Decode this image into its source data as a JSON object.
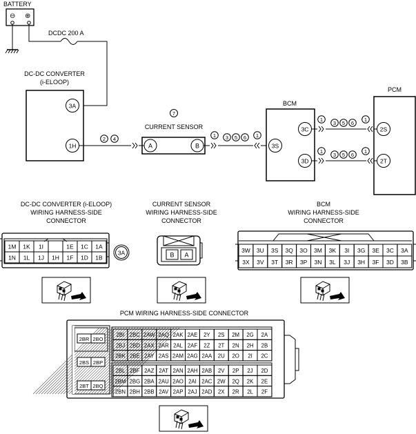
{
  "top": {
    "battery": "BATTERY",
    "battery_minus": "⊖",
    "battery_plus": "⊕",
    "fuse": "DCDC 200 A",
    "dcdc_title_1": "DC-DC CONVERTER",
    "dcdc_title_2": "(i-ELOOP)",
    "dcdc_pin_3a": "3A",
    "dcdc_pin_1h": "1H",
    "current_sensor": "CURRENT SENSOR",
    "sensor_mark": "7",
    "sensor_pin_a": "A",
    "sensor_pin_b": "B",
    "bcm": "BCM",
    "bcm_pin_3s": "3S",
    "bcm_pin_3c": "3C",
    "bcm_pin_3d": "3D",
    "pcm": "PCM",
    "pcm_pin_2s": "2S",
    "pcm_pin_2t": "2T",
    "notes": {
      "one": "1",
      "two": "2",
      "three": "3",
      "four": "4",
      "five": "5",
      "six": "6"
    }
  },
  "connectors": {
    "dcdc": {
      "title_1": "DC-DC CONVERTER (i-ELOOP)",
      "title_2": "WIRING HARNESS-SIDE",
      "title_3": "CONNECTOR",
      "row1": [
        "1M",
        "1K",
        "1I",
        "",
        "1E",
        "1C",
        "1A"
      ],
      "row2": [
        "1N",
        "1L",
        "1J",
        "1H",
        "1F",
        "1D",
        "1B"
      ],
      "single": "3A"
    },
    "sensor": {
      "title_1": "CURRENT SENSOR",
      "title_2": "WIRING HARNESS-SIDE",
      "title_3": "CONNECTOR",
      "pins": [
        "B",
        "A"
      ]
    },
    "bcm": {
      "title_1": "BCM",
      "title_2": "WIRING HARNESS-SIDE",
      "title_3": "CONNECTOR",
      "row1": [
        "3W",
        "3U",
        "3S",
        "3Q",
        "3O",
        "3M",
        "3K",
        "3I",
        "3G",
        "3E",
        "3C",
        "3A"
      ],
      "row2": [
        "3X",
        "3V",
        "3T",
        "3R",
        "3P",
        "3N",
        "3L",
        "3J",
        "3H",
        "3F",
        "3D",
        "3B"
      ]
    },
    "pcm": {
      "title": "PCM WIRING HARNESS-SIDE CONNECTOR",
      "left": [
        "2BR",
        "2BO",
        "2BS",
        "2BP",
        "2BT",
        "2BQ"
      ],
      "rows": [
        [
          "2BI",
          "2BC",
          "2AW",
          "2AQ",
          "2AK",
          "2AE",
          "2Y",
          "2S",
          "2M",
          "2G",
          "2A"
        ],
        [
          "2BJ",
          "2BD",
          "2AX",
          "2AR",
          "2AL",
          "2AF",
          "2Z",
          "2T",
          "2N",
          "2H",
          "2B"
        ],
        [
          "2BK",
          "2BE",
          "2AY",
          "2AS",
          "2AM",
          "2AG",
          "2AA",
          "2U",
          "2O",
          "2I",
          "2C"
        ],
        [
          "2BL",
          "2BF",
          "2AZ",
          "2AT",
          "2AN",
          "2AH",
          "2AB",
          "2V",
          "2P",
          "2J",
          "2D"
        ],
        [
          "2BM",
          "2BG",
          "2BA",
          "2AU",
          "2AO",
          "2AI",
          "2AC",
          "2W",
          "2Q",
          "2K",
          "2E"
        ],
        [
          "2BN",
          "2BH",
          "2BB",
          "2AV",
          "2AP",
          "2AJ",
          "2AD",
          "2X",
          "2R",
          "2L",
          "2F"
        ]
      ]
    }
  }
}
